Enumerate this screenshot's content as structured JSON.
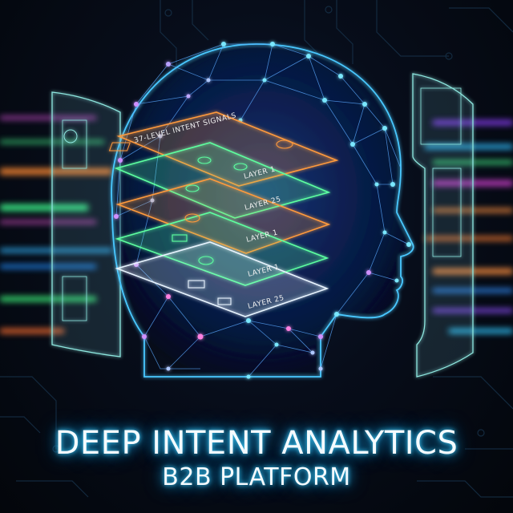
{
  "poster": {
    "title": "DEEP INTENT ANALYTICS",
    "subtitle": "B2B PLATFORM"
  },
  "diagram": {
    "header_label": "37-LEVEL INTENT SIGNALS",
    "layers": [
      {
        "label": "LAYER 1",
        "color": "#ff9a3c"
      },
      {
        "label": "LAYER 25",
        "color": "#5dffa0"
      },
      {
        "label": "LAYER 1",
        "color": "#ff9a3c"
      },
      {
        "label": "LAYER 1",
        "color": "#5dffa0"
      },
      {
        "label": "LAYER 25",
        "color": "#e8f4ff"
      }
    ]
  },
  "colors": {
    "background": "#05090f",
    "head_mesh_blue": "#38c8ff",
    "head_mesh_purple": "#b070ff",
    "node_pink": "#ff80e0",
    "layer_orange": "#ff9a3c",
    "layer_green": "#5dffa0",
    "layer_white": "#e8f4ff",
    "title_glow": "#3fd2ff"
  },
  "icons": [
    "circuit-background",
    "ai-head-mesh",
    "hologram-panel-left",
    "hologram-panel-right",
    "data-streams"
  ]
}
